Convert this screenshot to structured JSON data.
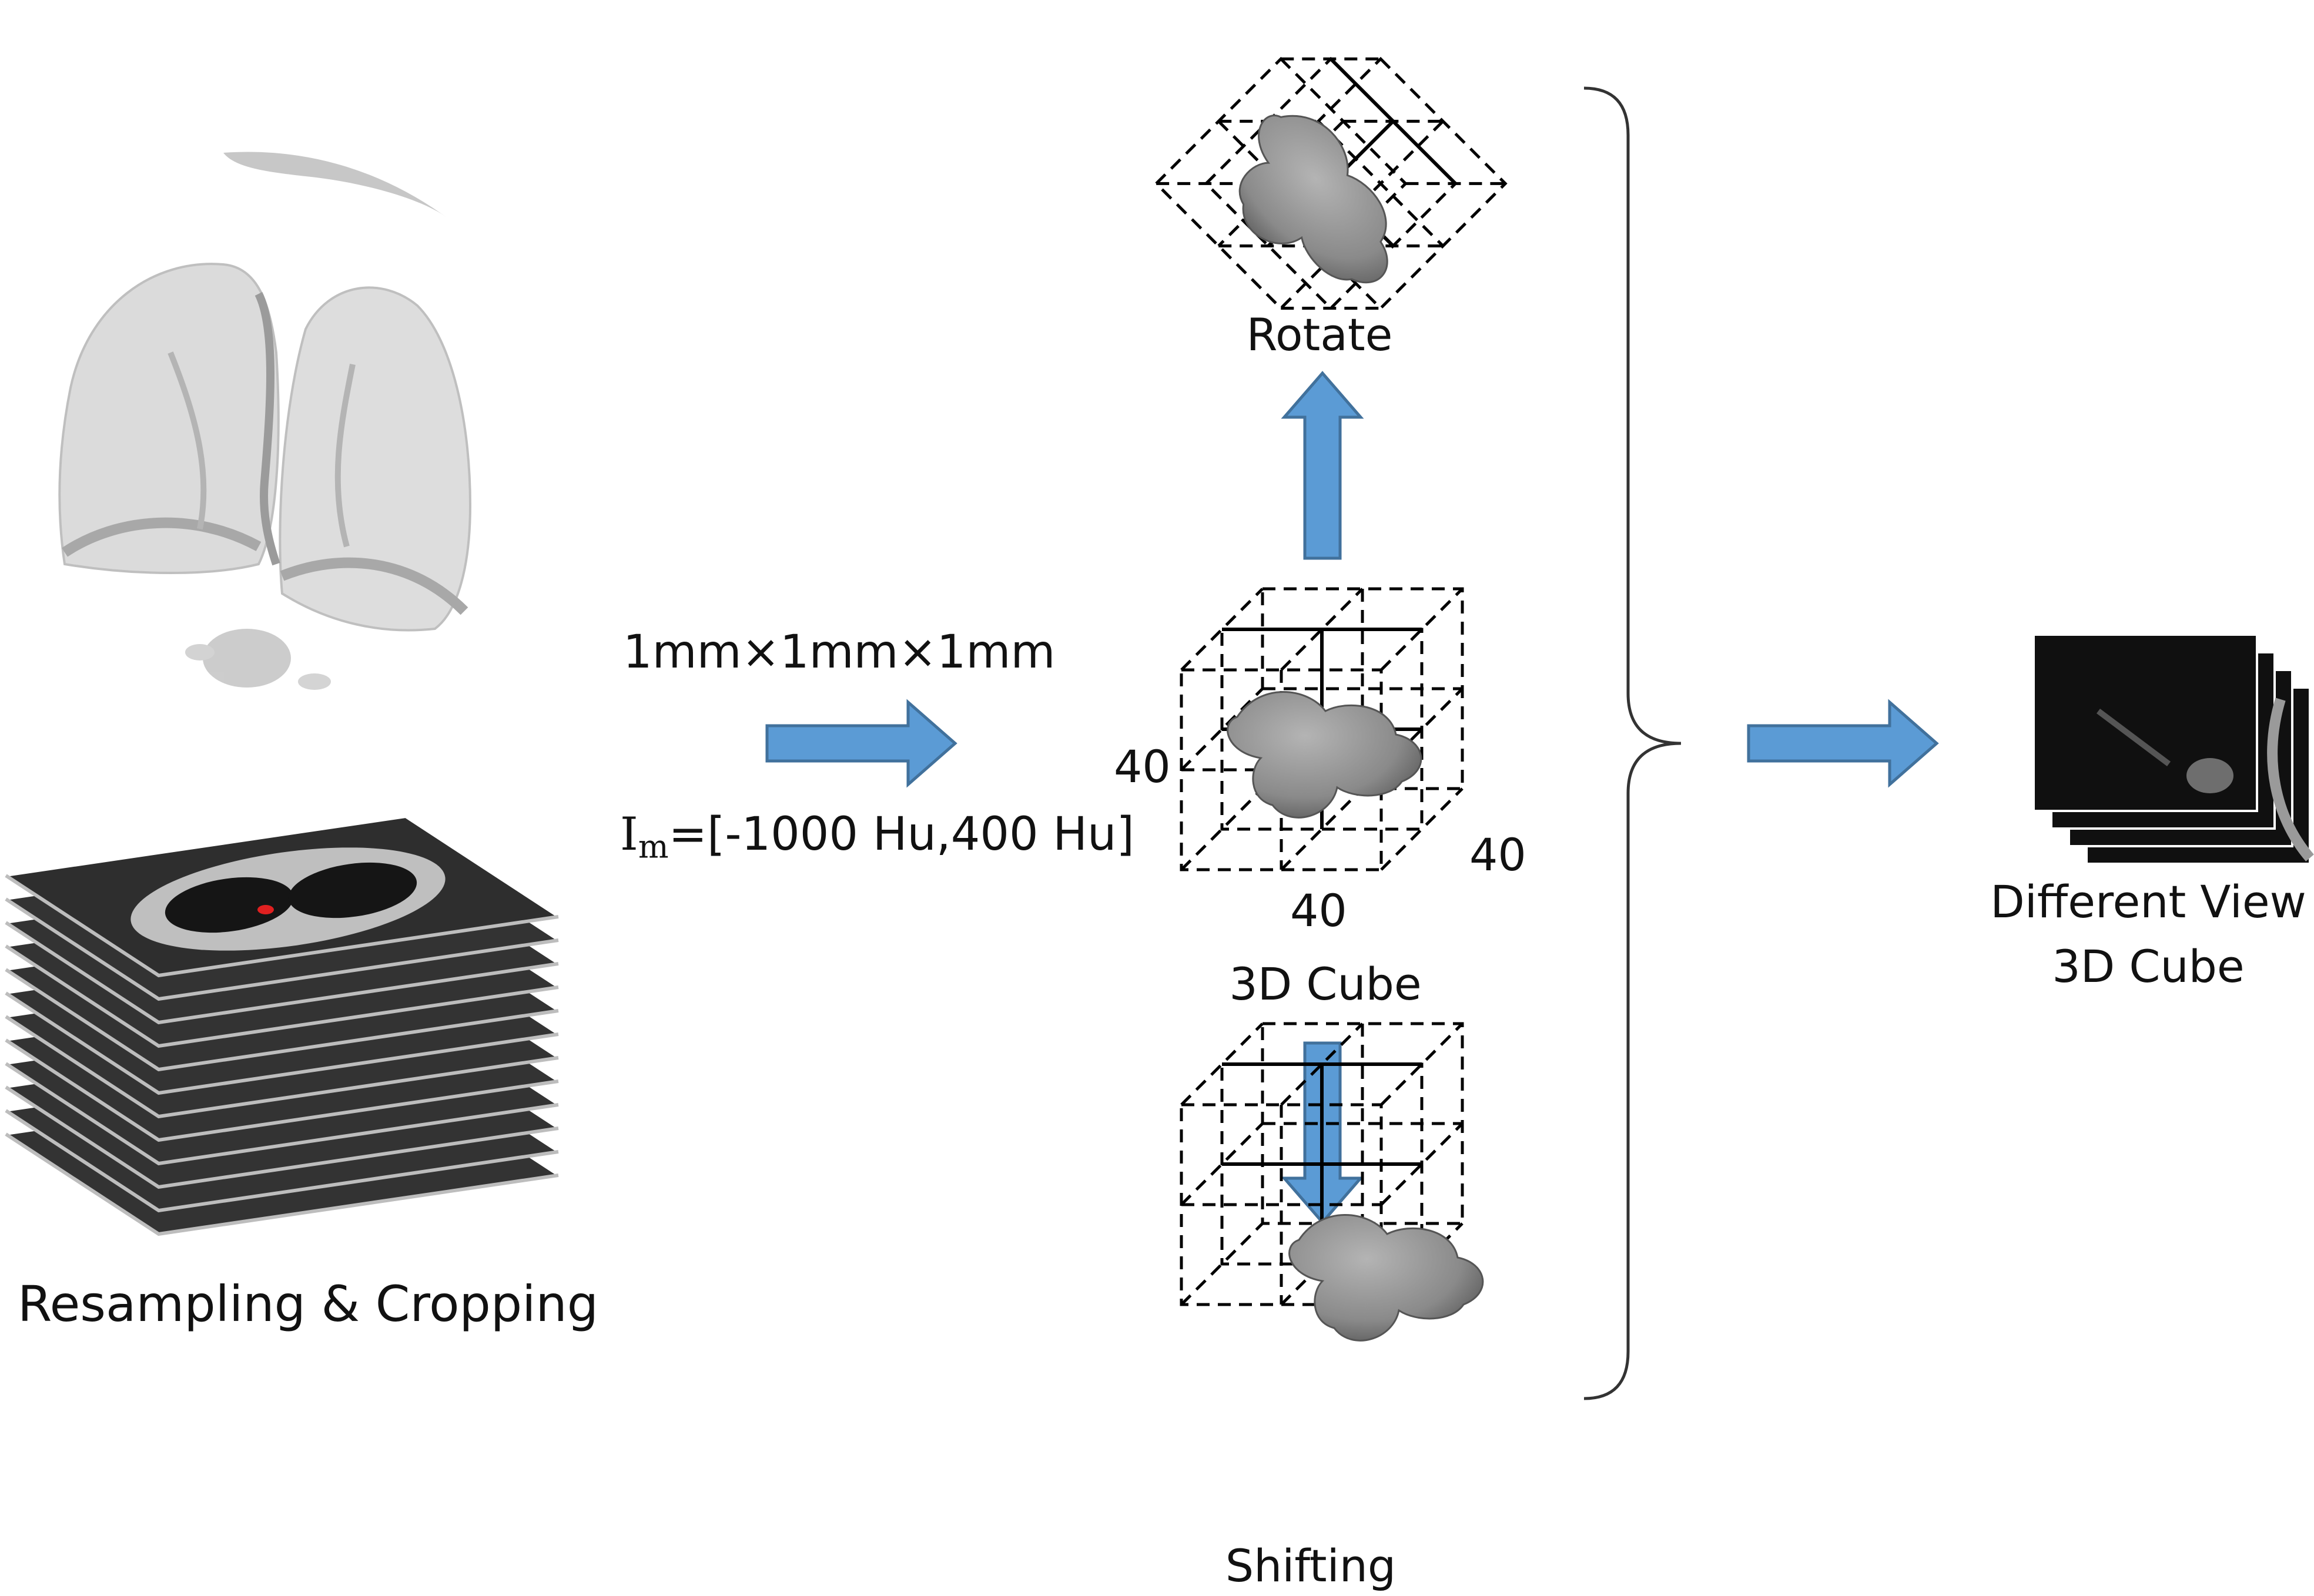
{
  "left": {
    "caption": "Resampling & Cropping"
  },
  "params": {
    "spacing": "1mm×1mm×1mm",
    "window_symbol": "I",
    "window_subscript": "m",
    "window_value": "=[-1000 Hu,400 Hu]"
  },
  "cube": {
    "caption": "3D Cube",
    "dim_left": "40",
    "dim_bottom": "40",
    "dim_right": "40"
  },
  "rotate": {
    "caption": "Rotate"
  },
  "shift": {
    "caption": "Shifting"
  },
  "output": {
    "line1": "Different View",
    "line2": "3D Cube"
  },
  "colors": {
    "arrow_fill": "#5b9bd5",
    "arrow_stroke": "#41719c",
    "nodule": "#8c8c8c",
    "lung": "#cfcfcf",
    "ct_dark": "#2a2a2a"
  }
}
